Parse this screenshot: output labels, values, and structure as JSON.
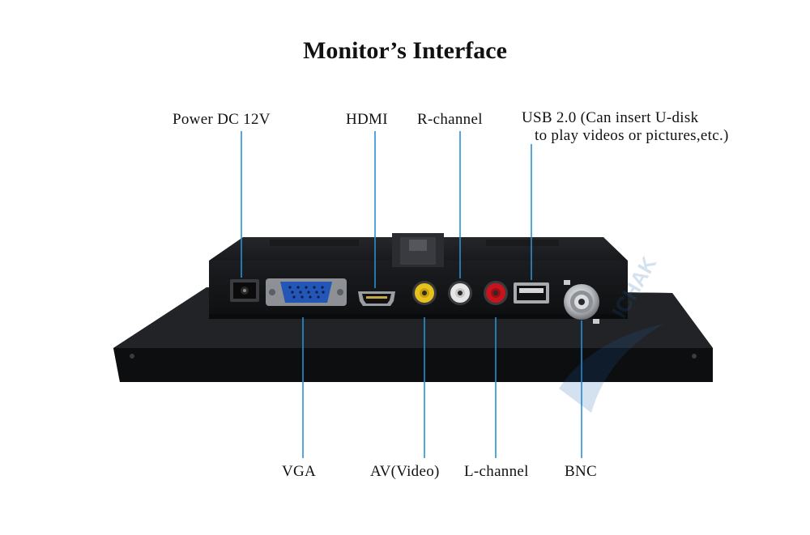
{
  "title": "Monitor’s Interface",
  "labels": {
    "power": "Power DC 12V",
    "hdmi": "HDMI",
    "r_channel": "R-channel",
    "usb_line1": "USB 2.0 (Can insert U-disk",
    "usb_line2": "to play videos or pictures,etc.)",
    "vga": "VGA",
    "av": "AV(Video)",
    "l_channel": "L-channel",
    "bnc": "BNC"
  },
  "colors": {
    "leader_line": "#2a8fd6",
    "body": "#16171a",
    "panel": "#1f2023",
    "vga_blue": "#2456b8",
    "rca_yellow": "#e8c21c",
    "rca_white": "#e6e6e6",
    "rca_red": "#c8141c"
  },
  "watermark": {
    "text": "ICHAK",
    "icon": "brand-logo-icon"
  }
}
